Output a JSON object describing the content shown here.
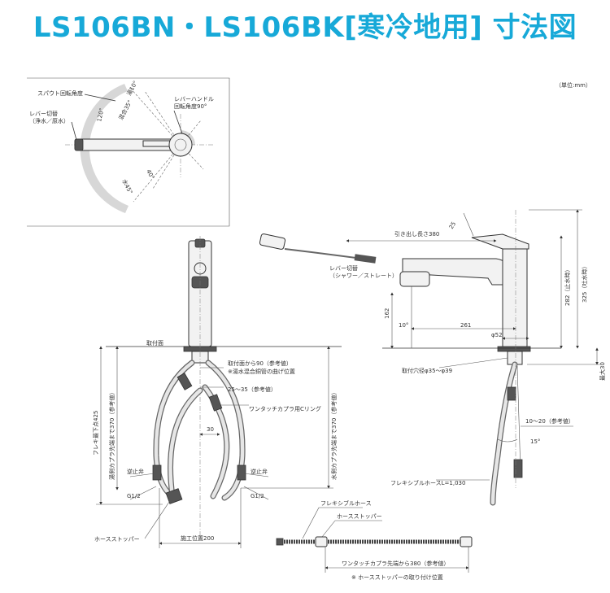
{
  "title": "LS106BN・LS106BK[寒冷地用] 寸法図",
  "units": "（単位:mm）",
  "top_view": {
    "spout_rotation": "スパウト回転角度",
    "angle_120": "120°",
    "lever_switch_line1": "レバー切替",
    "lever_switch_line2": "（浄水／原水）",
    "mix_angle": "混合35°",
    "hot_angle": "湯10°",
    "water_angle": "水45°",
    "angle_40": "40°",
    "lever_handle_line1": "レバーハンドル",
    "lever_handle_line2": "回転角度90°"
  },
  "side_view": {
    "angle_25": "25",
    "pullout": "引き出し長さ380",
    "lever_switch_line1": "レバー切替",
    "lever_switch_line2": "（シャワー／ストレート）",
    "dim_162": "162",
    "angle_10": "10°",
    "dim_261": "261",
    "dim_phi52": "φ52",
    "dim_282": "282（止水時）",
    "dim_325": "325（吐水時）",
    "max30": "最大30",
    "mount_hole": "取付穴径φ35～φ39",
    "dim_10_20": "10～20（参考値）",
    "angle_15": "15°",
    "flex_hose": "フレキシブルホースL=1,030"
  },
  "front_view": {
    "mount_surface": "取付面",
    "from_mount": "取付面から90（参考値）",
    "bend_pos": "※湯水混合銅管の曲げ位置",
    "dim_25_35": "25～35（参考値）",
    "c_ring": "ワンタッチカプラ用Cリング",
    "dim_30": "30",
    "flex_425": "フレキ最下点425",
    "hot_side": "湯側カプラ先端まで370（参考値）",
    "cold_side": "水側カプラ先端まで370（参考値）",
    "check_valve_left": "逆止弁",
    "check_valve_right": "逆止弁",
    "g12_left": "G1/2",
    "g12_right": "G1/2",
    "hose_stopper": "ホースストッパー",
    "install_200": "施工位置200"
  },
  "hose_detail": {
    "flex_hose": "フレキシブルホース",
    "hose_stopper": "ホースストッパー",
    "coupler_380": "ワンタッチカプラ先端から380（参考値）",
    "stopper_pos": "※ ホースストッパーの取り付け位置"
  }
}
